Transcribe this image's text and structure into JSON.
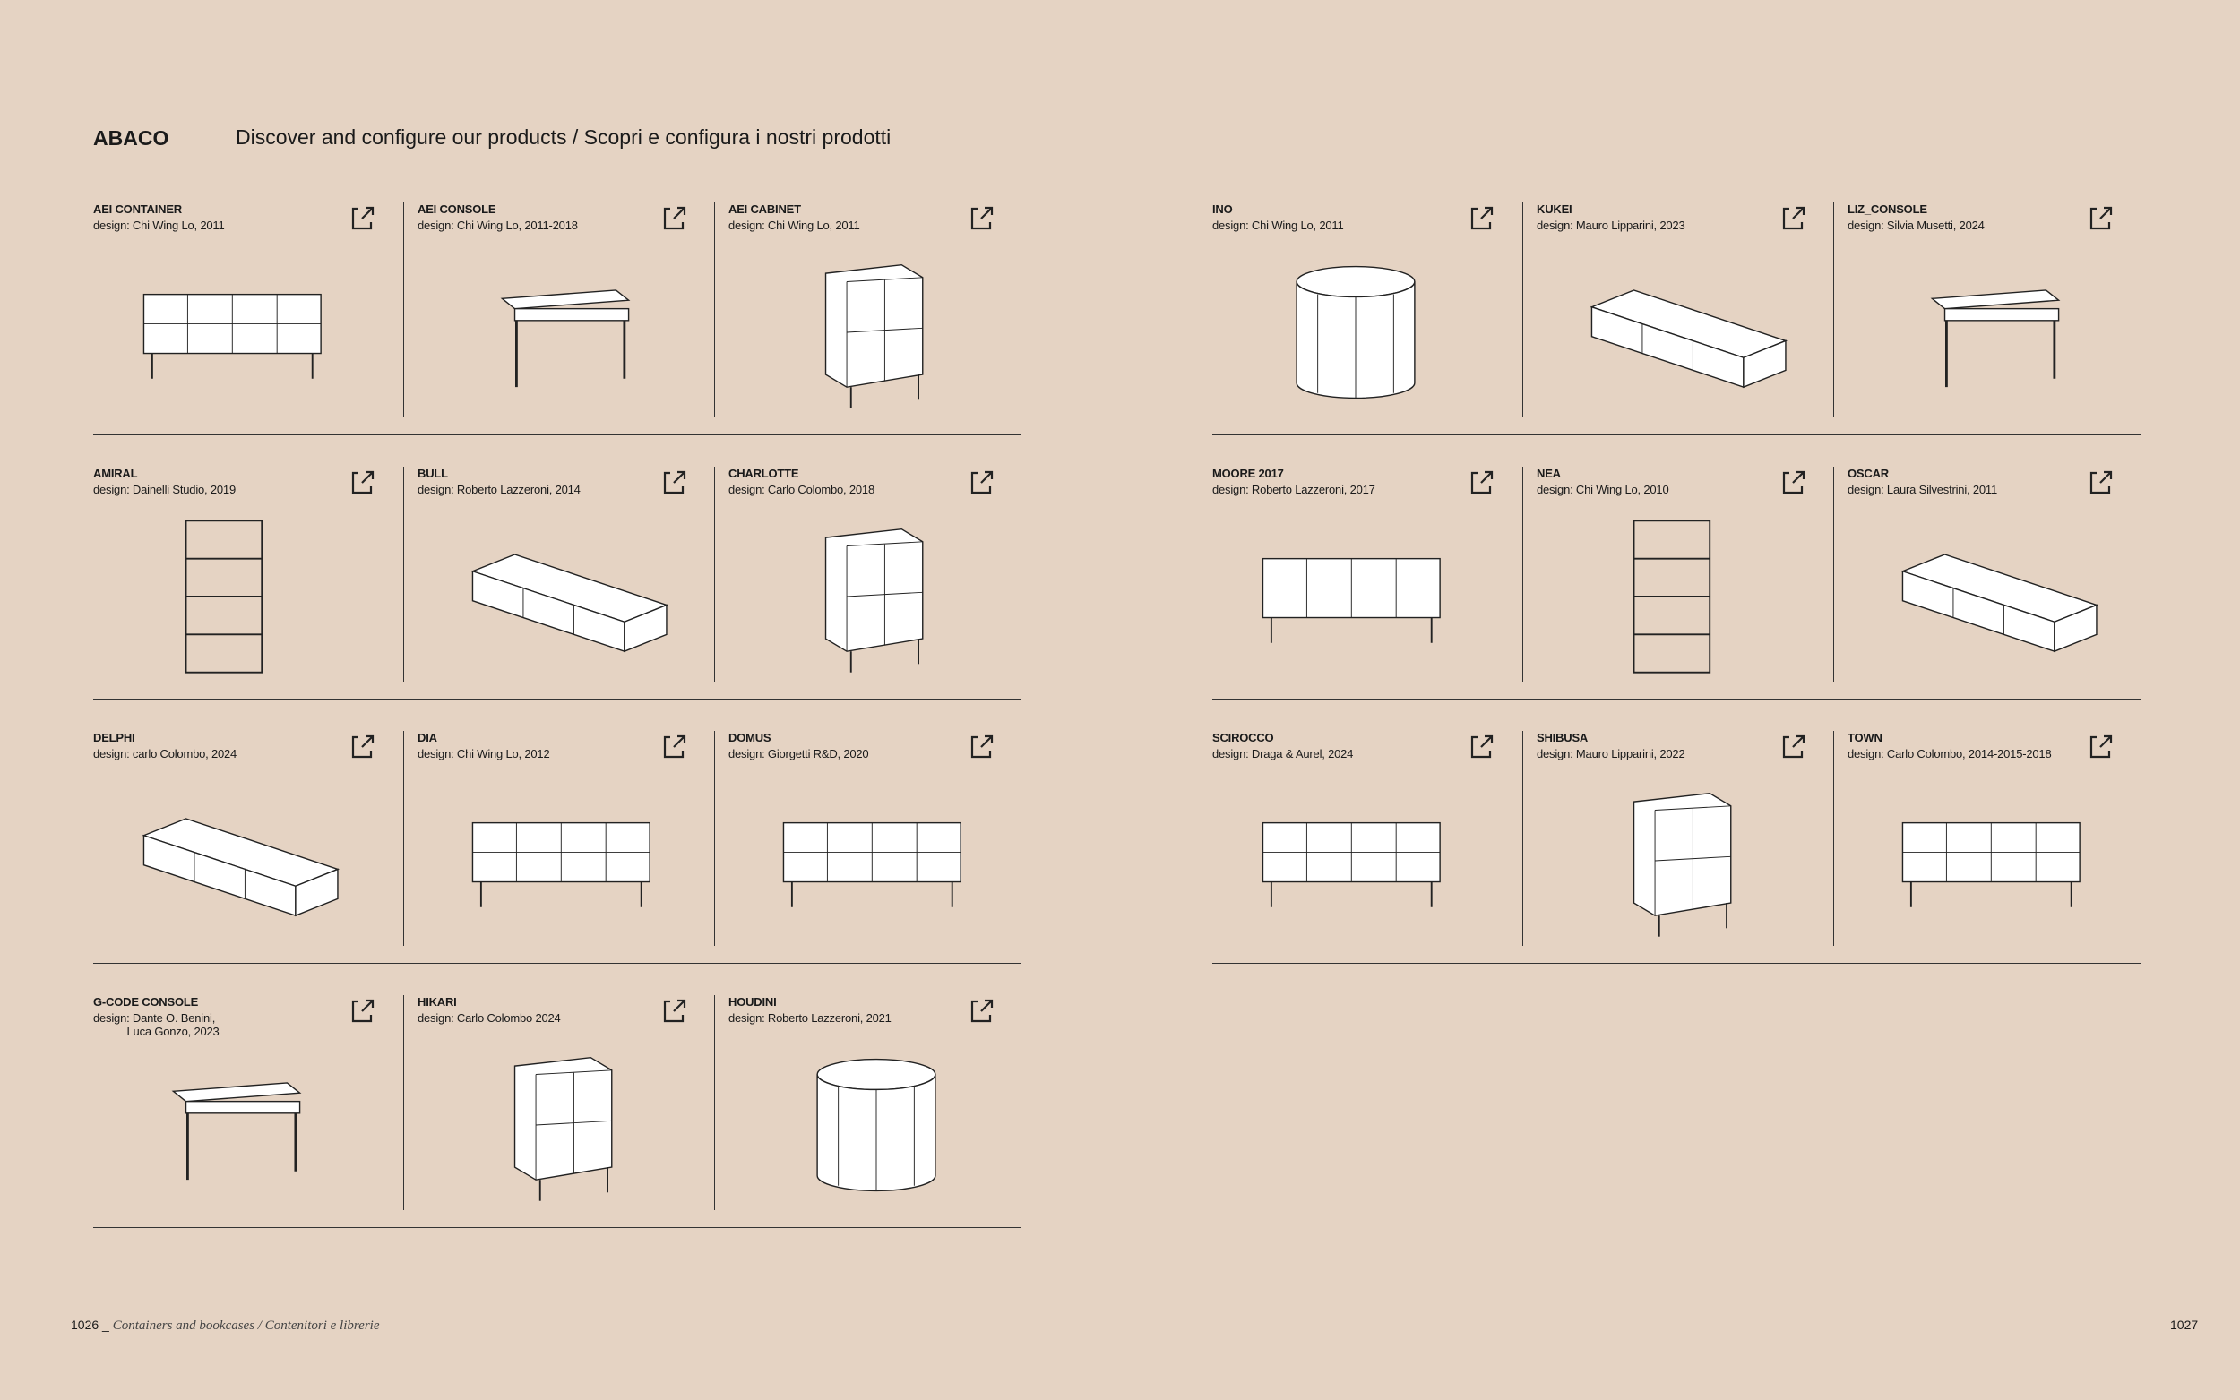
{
  "header": {
    "brand": "ABACO",
    "subtitle": "Discover and configure our products / Scopri e configura i nostri prodotti"
  },
  "left_page": [
    [
      {
        "name": "AEI CONTAINER",
        "design": "design: Chi Wing Lo, 2011",
        "icon": "sideboard"
      },
      {
        "name": "AEI CONSOLE",
        "design": "design: Chi Wing Lo, 2011-2018",
        "icon": "console"
      },
      {
        "name": "AEI CABINET",
        "design": "design: Chi Wing Lo, 2011",
        "icon": "cabinet"
      }
    ],
    [
      {
        "name": "AMIRAL",
        "design": "design: Dainelli Studio, 2019",
        "icon": "shelf"
      },
      {
        "name": "BULL",
        "design": "design: Roberto Lazzeroni, 2014",
        "icon": "low-iso"
      },
      {
        "name": "CHARLOTTE",
        "design": "design: Carlo Colombo, 2018",
        "icon": "cabinet"
      }
    ],
    [
      {
        "name": "DELPHI",
        "design": "design: carlo Colombo, 2024",
        "icon": "low-iso"
      },
      {
        "name": "DIA",
        "design": "design: Chi Wing Lo, 2012",
        "icon": "sideboard"
      },
      {
        "name": "DOMUS",
        "design": "design: Giorgetti R&D, 2020",
        "icon": "sideboard"
      }
    ],
    [
      {
        "name": "G-CODE CONSOLE",
        "design": "design: Dante O. Benini,\n           Luca Gonzo, 2023",
        "icon": "console"
      },
      {
        "name": "HIKARI",
        "design": "design: Carlo Colombo 2024",
        "icon": "cabinet"
      },
      {
        "name": "HOUDINI",
        "design": "design: Roberto Lazzeroni, 2021",
        "icon": "round-cabinet"
      }
    ]
  ],
  "right_page": [
    [
      {
        "name": "INO",
        "design": "design: Chi Wing Lo, 2011",
        "icon": "round-cabinet"
      },
      {
        "name": "KUKEI",
        "design": "design: Mauro Lipparini, 2023",
        "icon": "low-iso"
      },
      {
        "name": "LIZ_CONSOLE",
        "design": "design: Silvia Musetti, 2024",
        "icon": "console"
      }
    ],
    [
      {
        "name": "MOORE 2017",
        "design": "design: Roberto Lazzeroni, 2017",
        "icon": "sideboard"
      },
      {
        "name": "NEA",
        "design": "design: Chi Wing Lo, 2010",
        "icon": "shelf"
      },
      {
        "name": "OSCAR",
        "design": "design: Laura Silvestrini, 2011",
        "icon": "low-iso"
      }
    ],
    [
      {
        "name": "SCIROCCO",
        "design": "design: Draga & Aurel, 2024",
        "icon": "sideboard"
      },
      {
        "name": "SHIBUSA",
        "design": "design: Mauro Lipparini, 2022",
        "icon": "cabinet"
      },
      {
        "name": "TOWN",
        "design": "design: Carlo Colombo, 2014-2015-2018",
        "icon": "sideboard"
      }
    ]
  ],
  "footer": {
    "left_page_number": "1026",
    "left_separator": "_",
    "left_section": "Containers and bookcases / Contenitori e librerie",
    "right_page_number": "1027"
  }
}
